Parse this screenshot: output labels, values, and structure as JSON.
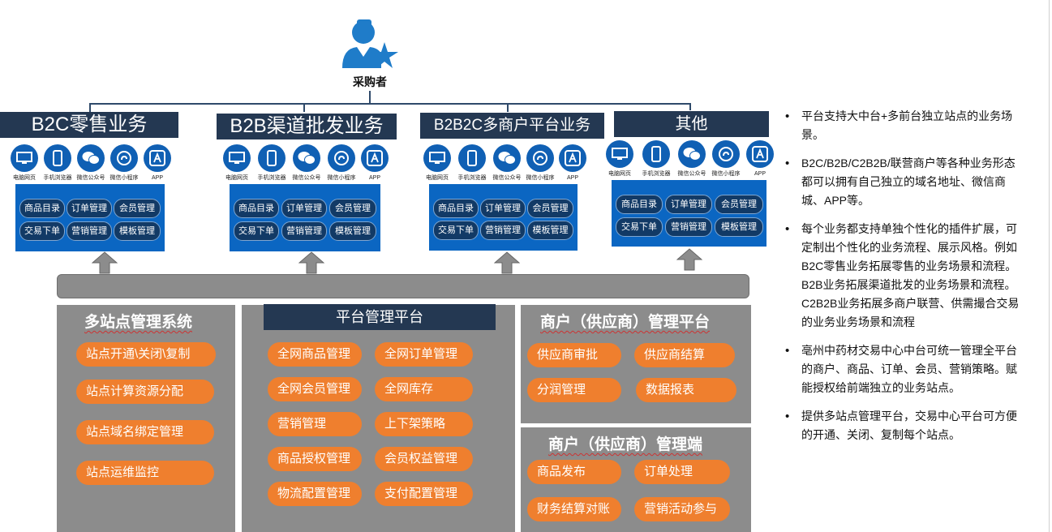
{
  "buyer": {
    "label": "采购者"
  },
  "businesses": [
    {
      "title": "B2C零售业务"
    },
    {
      "title": "B2B渠道批发业务"
    },
    {
      "title": "B2B2C多商户平台业务"
    },
    {
      "title": "其他"
    }
  ],
  "channels": [
    "电脑网页",
    "手机浏览器",
    "微信公众号",
    "微信小程序",
    "APP"
  ],
  "modules": [
    "商品目录",
    "订单管理",
    "会员管理",
    "交易下单",
    "营销管理",
    "模板管理"
  ],
  "multisite": {
    "title": "多站点管理系统",
    "items": [
      "站点开通\\关闭\\复制",
      "站点计算资源分配",
      "站点域名绑定管理",
      "站点运维监控"
    ]
  },
  "platform": {
    "title": "平台管理平台",
    "items": [
      "全网商品管理",
      "全网订单管理",
      "全网会员管理",
      "全网库存",
      "营销管理",
      "上下架策略",
      "商品授权管理",
      "会员权益管理",
      "物流配置管理",
      "支付配置管理"
    ]
  },
  "merchant_platform": {
    "title": "商户（供应商）管理平台",
    "items": [
      "供应商审批",
      "供应商结算",
      "分润管理",
      "数据报表"
    ]
  },
  "merchant_client": {
    "title": "商户（供应商）管理端",
    "items": [
      "商品发布",
      "订单处理",
      "财务结算对账",
      "营销活动参与"
    ]
  },
  "bullets": [
    "平台支持大中台+多前台独立站点的业务场景。",
    "B2C/B2B/C2B2B/联营商户等各种业务形态 都可以拥有自己独立的域名地址、微信商城、APP等。",
    "每个业务都支持单独个性化的插件扩展，可定制出个性化的业务流程、展示风格。例如B2C零售业务拓展零售的业务场景和流程。B2B业务拓展渠道批发的业务场景和流程。C2B2B业务拓展多商户联营、供需撮合交易的业务业务场景和流程",
    "亳州中药材交易中心中台可统一管理全平台的商户、商品、订单、会员、营销策略。赋能授权给前端独立的业务站点。",
    "提供多站点管理平台，交易中心平台可方便的开通、关闭、复制每个站点。"
  ],
  "colors": {
    "navy": "#243852",
    "blue": "#0b66c2",
    "orange": "#ef7f2e",
    "gray": "#8c8c8c",
    "icon_blue": "#1060b4"
  }
}
